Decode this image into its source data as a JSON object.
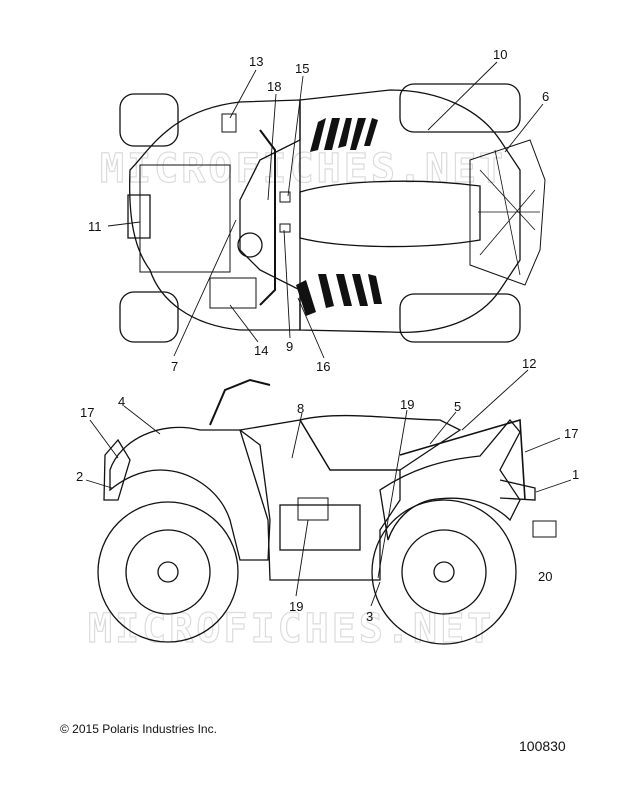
{
  "watermark": "MICROFICHES.NET",
  "callouts": [
    {
      "id": "c13",
      "text": "13"
    },
    {
      "id": "c15",
      "text": "15"
    },
    {
      "id": "c18",
      "text": "18"
    },
    {
      "id": "c10",
      "text": "10"
    },
    {
      "id": "c6",
      "text": "6"
    },
    {
      "id": "c11",
      "text": "11"
    },
    {
      "id": "c7",
      "text": "7"
    },
    {
      "id": "c14",
      "text": "14"
    },
    {
      "id": "c9",
      "text": "9"
    },
    {
      "id": "c16",
      "text": "16"
    },
    {
      "id": "c12",
      "text": "12"
    },
    {
      "id": "c17a",
      "text": "17"
    },
    {
      "id": "c4",
      "text": "4"
    },
    {
      "id": "c8",
      "text": "8"
    },
    {
      "id": "c19a",
      "text": "19"
    },
    {
      "id": "c5",
      "text": "5"
    },
    {
      "id": "c17b",
      "text": "17"
    },
    {
      "id": "c2",
      "text": "2"
    },
    {
      "id": "c1",
      "text": "1"
    },
    {
      "id": "c20",
      "text": "20"
    },
    {
      "id": "c19b",
      "text": "19"
    },
    {
      "id": "c3",
      "text": "3"
    }
  ],
  "footer": {
    "copyright": "© 2015 Polaris Industries Inc.",
    "diagram_number": "100830"
  }
}
